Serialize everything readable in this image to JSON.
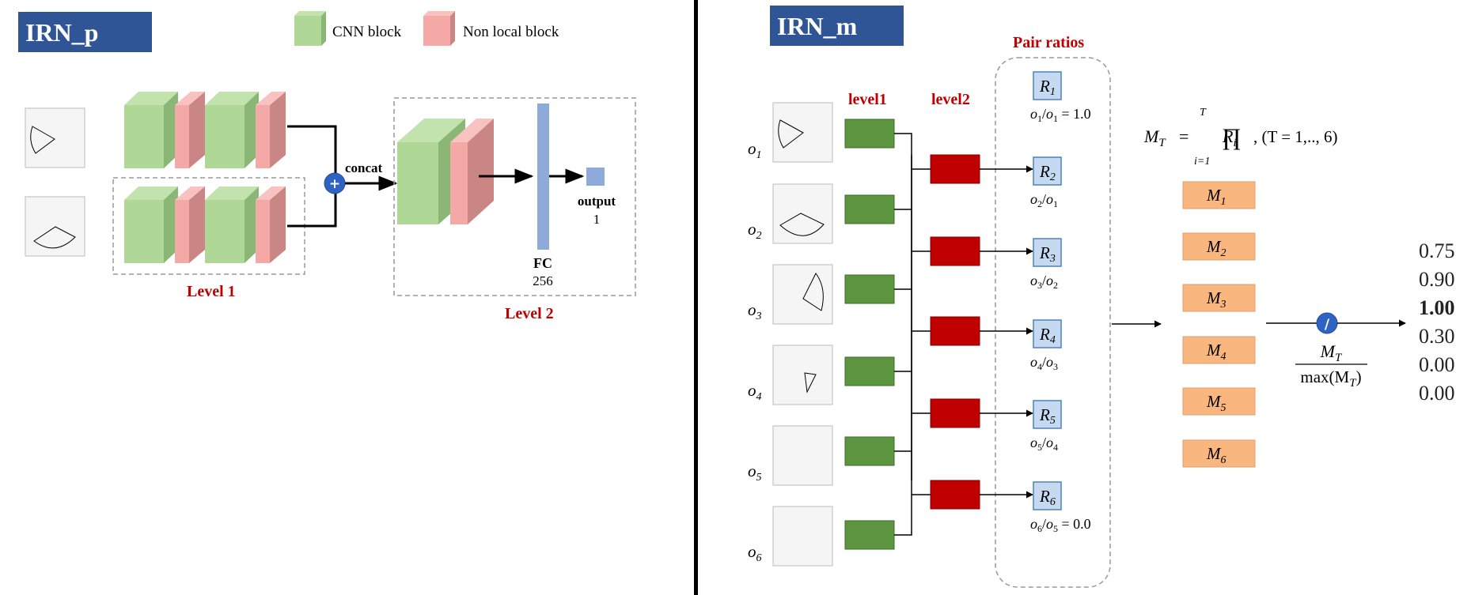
{
  "left": {
    "title": "IRN_p",
    "legend": {
      "cnn": "CNN block",
      "nonlocal": "Non local block"
    },
    "concat": "concat",
    "output": {
      "label": "output",
      "value": "1"
    },
    "fc": {
      "label": "FC",
      "value": "256"
    },
    "level1": "Level 1",
    "level2": "Level 2"
  },
  "right": {
    "title": "IRN_m",
    "level1": "level1",
    "level2": "level2",
    "pair_ratios": "Pair ratios",
    "o_labels": [
      "o",
      "o",
      "o",
      "o",
      "o",
      "o"
    ],
    "o_subs": [
      "1",
      "2",
      "3",
      "4",
      "5",
      "6"
    ],
    "r_subs": [
      "1",
      "2",
      "3",
      "4",
      "5",
      "6"
    ],
    "ratio_labels": [
      {
        "num": "1",
        "den": "1",
        "suffix": " = 1.0"
      },
      {
        "num": "2",
        "den": "1",
        "suffix": ""
      },
      {
        "num": "3",
        "den": "2",
        "suffix": ""
      },
      {
        "num": "4",
        "den": "3",
        "suffix": ""
      },
      {
        "num": "5",
        "den": "4",
        "suffix": ""
      },
      {
        "num": "6",
        "den": "5",
        "suffix": " = 0.0"
      }
    ],
    "formula": {
      "lhs": "M",
      "lhs_sub": "T",
      "eq": "=",
      "prod_top": "T",
      "prod_bottom": "i=1",
      "r": "R",
      "r_sub": "i",
      "range": ", (T = 1,.., 6)"
    },
    "m_subs": [
      "1",
      "2",
      "3",
      "4",
      "5",
      "6"
    ],
    "normalize": {
      "num": "M",
      "num_sub": "T",
      "den": "max(M",
      "den_sub": "T",
      "den_close": ")",
      "op": "/"
    },
    "outputs": [
      "0.75",
      "0.90",
      "1.00",
      "0.30",
      "0.00",
      "0.00"
    ]
  },
  "colors": {
    "title_bg": "#2f5597",
    "cnn_front": "#afd896",
    "cnn_side": "#8ab775",
    "nl_front": "#f4a9a7",
    "nl_side": "#c98684",
    "red_label": "#c00000",
    "green_box": "#5d9440",
    "red_box": "#c00000",
    "r_box": "#c5d9f1",
    "r_border": "#4f81bd",
    "m_box": "#fab67f",
    "fc_bar": "#8eaadb",
    "plus": "#2e63c4"
  }
}
